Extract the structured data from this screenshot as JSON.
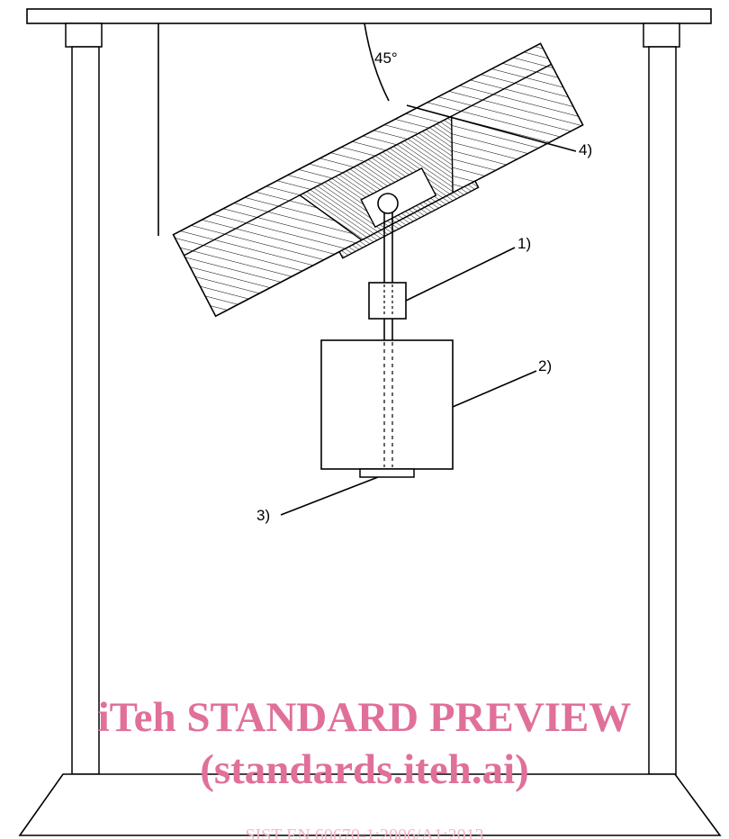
{
  "figure": {
    "angle_label": "45°",
    "callouts": [
      "1)",
      "2)",
      "3)",
      "4)"
    ]
  },
  "watermark": {
    "line1": "iTeh STANDARD PREVIEW",
    "line2": "(standards.iteh.ai)",
    "line3": "SIST EN 60670-1:2006/A1:2013"
  },
  "colors": {
    "watermark": "#e0709a",
    "watermark_faint": "#f2b6c8",
    "lines": "#000000"
  }
}
